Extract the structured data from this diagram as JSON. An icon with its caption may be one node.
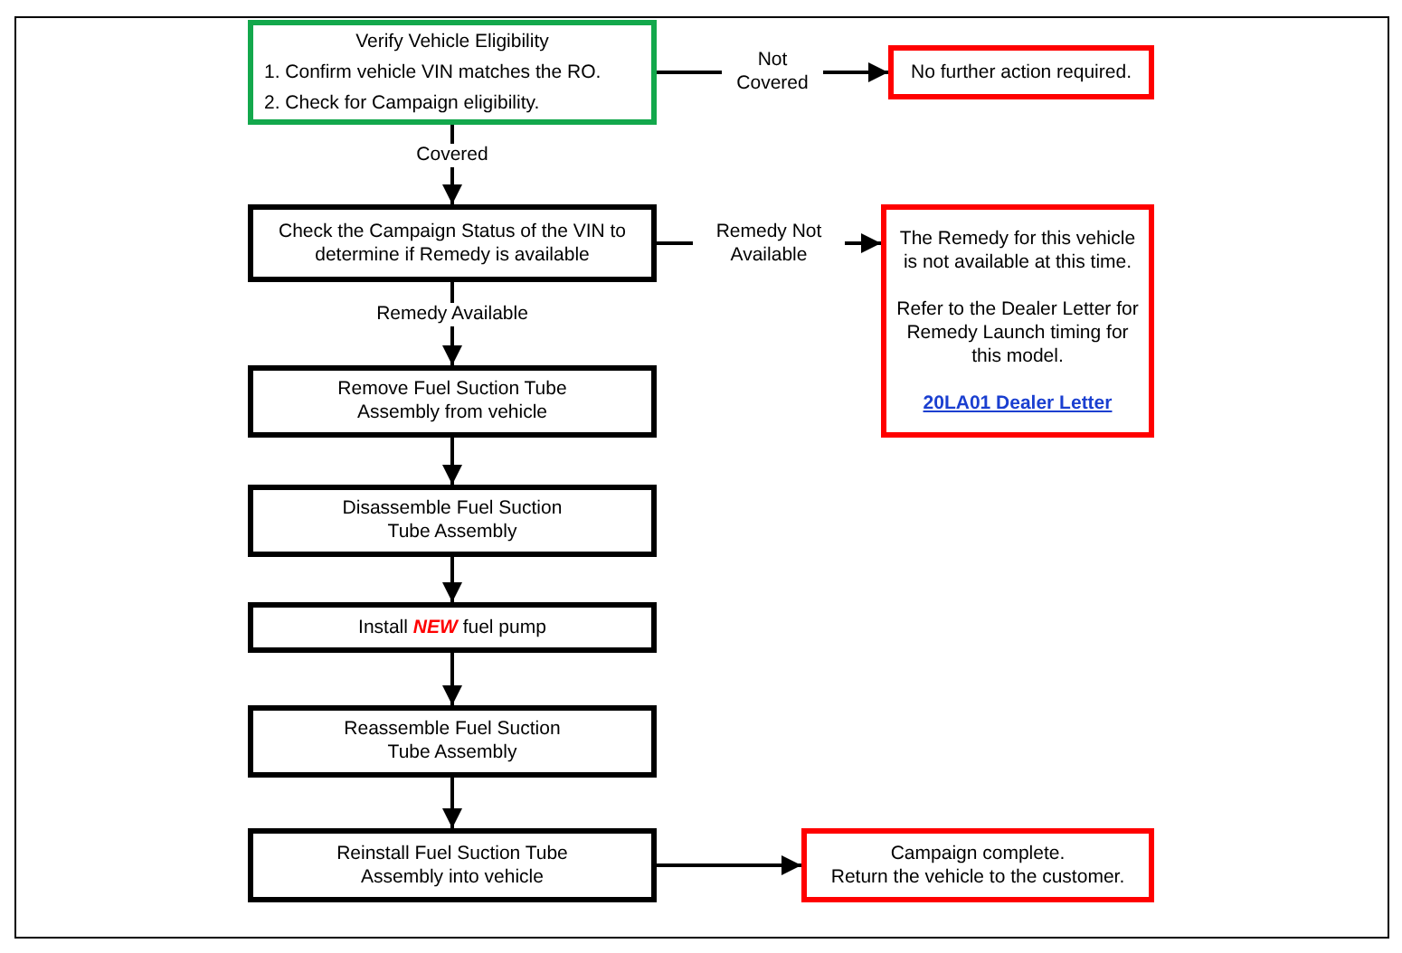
{
  "diagram": {
    "nodes": [
      {
        "text": [
          "Verify Vehicle Eligibility",
          "1. Confirm vehicle VIN matches the RO.",
          "2. Check for Campaign eligibility."
        ]
      },
      {
        "text": [
          "No further action required."
        ]
      },
      {
        "text": [
          "Check the Campaign Status of the VIN to determine if Remedy is available"
        ]
      },
      {
        "text": [
          "The Remedy for this vehicle is not available at this time.",
          "Refer to the Dealer Letter for Remedy Launch timing for this model.",
          "20LA01 Dealer Letter"
        ]
      },
      {
        "text": [
          "Remove Fuel Suction Tube Assembly from vehicle"
        ]
      },
      {
        "text": [
          "Disassemble Fuel Suction Tube Assembly"
        ]
      },
      {
        "text": [
          "Install *NEW* fuel pump"
        ]
      },
      {
        "text": [
          "Reassemble Fuel Suction Tube Assembly"
        ]
      },
      {
        "text": [
          "Reinstall Fuel Suction Tube Assembly into vehicle"
        ]
      },
      {
        "text": [
          "Campaign complete.",
          "Return the vehicle to the customer."
        ]
      }
    ],
    "edges": [
      {
        "from": 0,
        "to": 1,
        "arrow": "to",
        "label": "Not Covered"
      },
      {
        "from": 0,
        "to": 2,
        "arrow": "to",
        "label": "Covered"
      },
      {
        "from": 2,
        "to": 3,
        "arrow": "to",
        "label": "Remedy Not Available"
      },
      {
        "from": 2,
        "to": 4,
        "arrow": "to",
        "label": "Remedy Available"
      },
      {
        "from": 4,
        "to": 5,
        "arrow": "to"
      },
      {
        "from": 5,
        "to": 6,
        "arrow": "to"
      },
      {
        "from": 6,
        "to": 7,
        "arrow": "to"
      },
      {
        "from": 7,
        "to": 8,
        "arrow": "to"
      },
      {
        "from": 8,
        "to": 9,
        "arrow": "to"
      }
    ]
  }
}
